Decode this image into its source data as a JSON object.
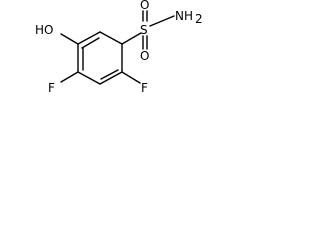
{
  "structure": {
    "atoms": {
      "hydroxyl": "HO",
      "amine": "NH",
      "amine_subscript": "2",
      "sulfur": "S",
      "oxygen_top": "O",
      "oxygen_bottom": "O",
      "fluorine_left": "F",
      "fluorine_right": "F"
    }
  }
}
